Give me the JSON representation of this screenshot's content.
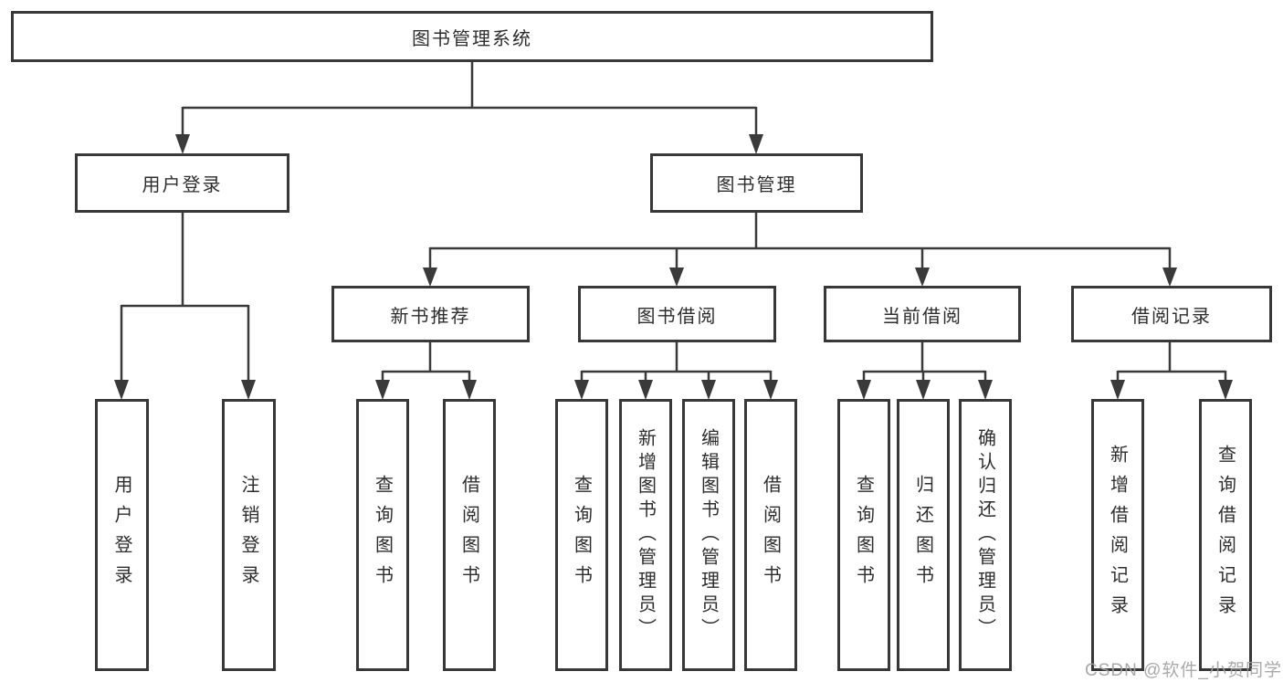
{
  "diagram": {
    "colors": {
      "line": "#3a3a3a",
      "box_border": "#383838",
      "text": "#2d2d2d",
      "watermark": "#a0a0a0",
      "background": "#ffffff"
    },
    "tree": {
      "root": "图书管理系统",
      "branches": [
        {
          "label": "用户登录",
          "leaves": [
            "用户登录",
            "注销登录"
          ]
        },
        {
          "label": "图书管理",
          "groups": [
            {
              "label": "新书推荐",
              "leaves": [
                "查询图书",
                "借阅图书"
              ]
            },
            {
              "label": "图书借阅",
              "leaves": [
                "查询图书",
                "新增图书（管理员）",
                "编辑图书（管理员）",
                "借阅图书"
              ]
            },
            {
              "label": "当前借阅",
              "leaves": [
                "查询图书",
                "归还图书",
                "确认归还（管理员）"
              ]
            },
            {
              "label": "借阅记录",
              "leaves": [
                "新增借阅记录",
                "查询借阅记录"
              ]
            }
          ]
        }
      ]
    },
    "watermark": "CSDN @软件_小贺同学"
  }
}
